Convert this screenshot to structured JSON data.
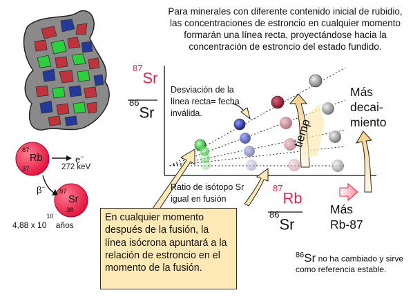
{
  "header": {
    "text": "Para minerales con diferente contenido inicial de rubidio, las concentraciones de estroncio en cualquier momento formarán una línea recta, proyectándose hacia la concentración de estroncio del estado fundido."
  },
  "y_axis": {
    "numerator": {
      "mass": "87",
      "element": "Sr"
    },
    "denominator": {
      "mass": "86",
      "element": "Sr"
    }
  },
  "x_axis": {
    "numerator": {
      "mass": "87",
      "element": "Rb"
    },
    "denominator": {
      "mass": "86",
      "element": "Sr"
    }
  },
  "deviation_text": "Desviación de la línea recta= fecha inválida.",
  "ratio_text": "Ratio de isótopo Sr igual en fusión",
  "callout_text": "En cualquier momento después de la fusión, la línea isócrona apuntará a la relación de estroncio en el momento de la fusión.",
  "more_decay_text": "Más decai-miento",
  "more_rb_text": {
    "line1": "Más",
    "line2": "Rb-87"
  },
  "tiempo_text": "tiemp",
  "sr86_note": {
    "symbol_mass": "86",
    "symbol": "Sr",
    "text": "no ha cambiado y sirve como referencia estable."
  },
  "decay": {
    "parent": {
      "mass": "87",
      "symbol": "Rb",
      "z": "37"
    },
    "daughter": {
      "mass": "87",
      "symbol": "Sr",
      "z": "38"
    },
    "electron": "e",
    "electron_charge": "−",
    "energy": "272 keV",
    "beta": "β",
    "beta_charge": "−",
    "half_life": {
      "mantissa": "4,88 x 10",
      "exponent": "10",
      "unit": "años"
    }
  },
  "colors": {
    "red": "#e8224b",
    "green": "#2ecc40",
    "blue": "#1a2a9c",
    "gray": "#808080",
    "callout_bg": "#fde9b5"
  }
}
